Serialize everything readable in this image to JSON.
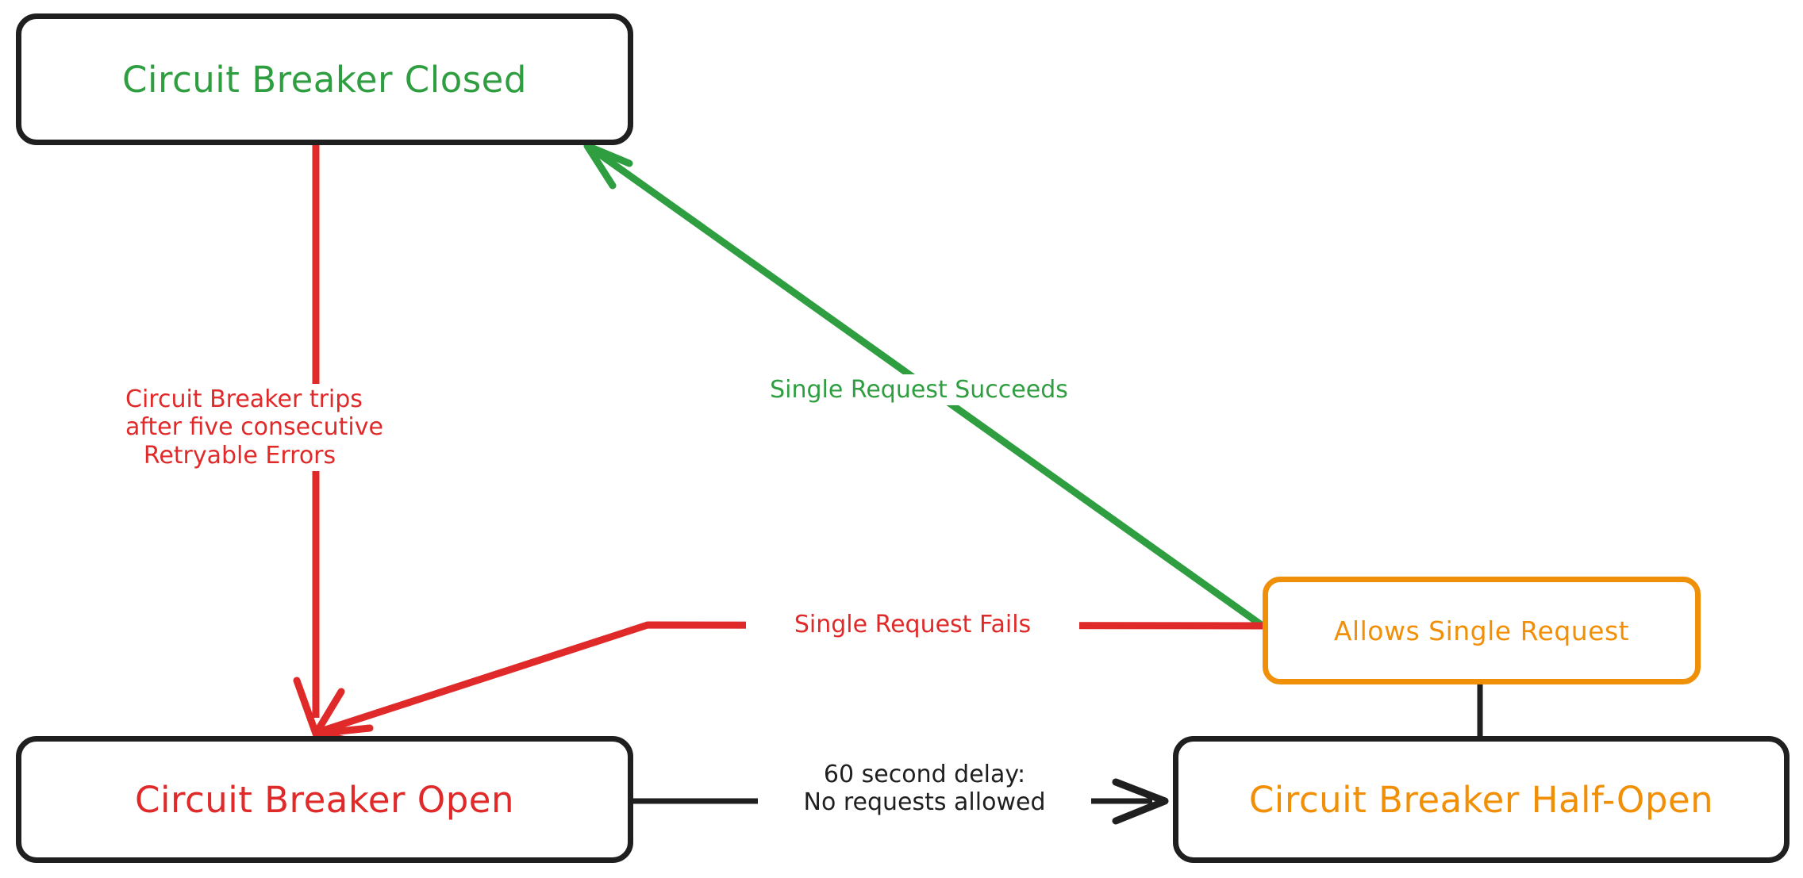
{
  "diagram": {
    "title": "Circuit Breaker State Diagram",
    "type": "state-machine-flowchart",
    "background": "#ffffff",
    "colors": {
      "green": "#2f9e41",
      "red": "#e02a2a",
      "orange": "#f18f06",
      "orange_border": "#ef9008",
      "black": "#1f1f1f"
    },
    "nodes": [
      {
        "id": "closed",
        "label": "Circuit Breaker Closed",
        "text_color": "#2f9e41",
        "border_color": "#1f1f1f"
      },
      {
        "id": "open",
        "label": "Circuit Breaker Open",
        "text_color": "#e02a2a",
        "border_color": "#1f1f1f"
      },
      {
        "id": "halfopen",
        "label": "Circuit Breaker Half-Open",
        "text_color": "#f18f06",
        "border_color": "#1f1f1f"
      },
      {
        "id": "allows",
        "label": "Allows Single Request",
        "text_color": "#f18f06",
        "border_color": "#ef9008"
      }
    ],
    "edges": [
      {
        "id": "closed-to-open",
        "from": "closed",
        "to": "open",
        "label": "Circuit Breaker trips\nafter five consecutive\nRetryable Errors",
        "color": "#e02a2a",
        "arrowhead": true
      },
      {
        "id": "allows-to-closed",
        "from": "allows",
        "to": "closed",
        "label": "Single Request Succeeds",
        "color": "#2f9e41",
        "arrowhead": true
      },
      {
        "id": "allows-to-open",
        "from": "allows",
        "to": "open",
        "label": "Single Request Fails",
        "color": "#e02a2a",
        "arrowhead": true
      },
      {
        "id": "open-to-halfopen",
        "from": "open",
        "to": "halfopen",
        "label": "60 second delay:\nNo requests allowed",
        "color": "#1f1f1f",
        "arrowhead": true
      },
      {
        "id": "halfopen-to-allows",
        "from": "halfopen",
        "to": "allows",
        "label": "",
        "color": "#1f1f1f",
        "arrowhead": false
      }
    ]
  }
}
